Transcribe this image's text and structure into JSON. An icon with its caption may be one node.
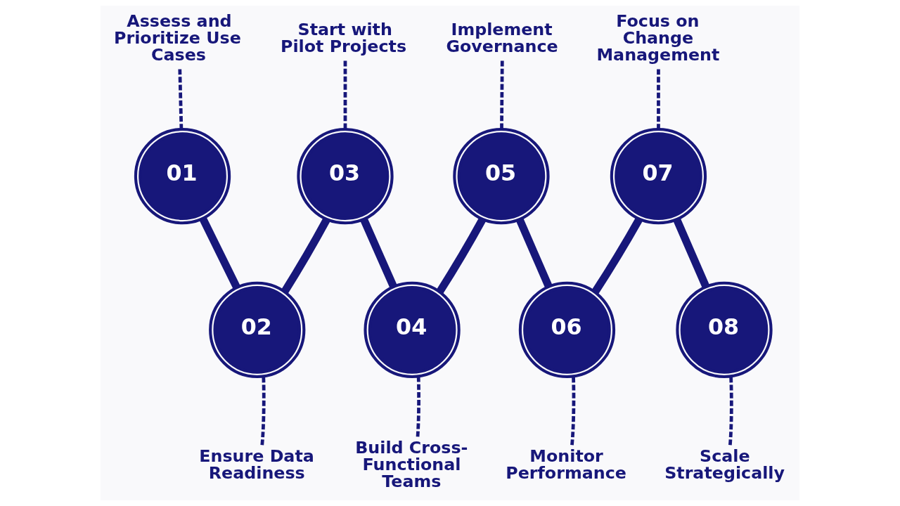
{
  "diagram": {
    "nodes": [
      {
        "text": [
          "01"
        ]
      },
      {
        "text": [
          "02"
        ]
      },
      {
        "text": [
          "03"
        ]
      },
      {
        "text": [
          "04"
        ]
      },
      {
        "text": [
          "05"
        ]
      },
      {
        "text": [
          "06"
        ]
      },
      {
        "text": [
          "07"
        ]
      },
      {
        "text": [
          "08"
        ]
      },
      {
        "text": [
          "Assess and Prioritize Use Cases"
        ]
      },
      {
        "text": [
          "Ensure Data Readiness"
        ]
      },
      {
        "text": [
          "Start with Pilot Projects"
        ]
      },
      {
        "text": [
          "Build Cross-Functional Teams"
        ]
      },
      {
        "text": [
          "Implement Governance"
        ]
      },
      {
        "text": [
          "Monitor Performance"
        ]
      },
      {
        "text": [
          "Focus on Change Management"
        ]
      },
      {
        "text": [
          "Scale Strategically"
        ]
      }
    ],
    "edges": [
      {
        "from": 0,
        "to": 1,
        "arrow": "none",
        "style": "thick"
      },
      {
        "from": 1,
        "to": 2,
        "arrow": "none",
        "style": "thick"
      },
      {
        "from": 2,
        "to": 3,
        "arrow": "none",
        "style": "thick"
      },
      {
        "from": 3,
        "to": 4,
        "arrow": "none",
        "style": "thick"
      },
      {
        "from": 4,
        "to": 5,
        "arrow": "none",
        "style": "thick"
      },
      {
        "from": 5,
        "to": 6,
        "arrow": "none",
        "style": "thick"
      },
      {
        "from": 6,
        "to": 7,
        "arrow": "none",
        "style": "thick"
      },
      {
        "from": 8,
        "to": 0,
        "arrow": "none",
        "style": "dashed"
      },
      {
        "from": 9,
        "to": 1,
        "arrow": "none",
        "style": "dashed"
      },
      {
        "from": 10,
        "to": 2,
        "arrow": "none",
        "style": "dashed"
      },
      {
        "from": 11,
        "to": 3,
        "arrow": "none",
        "style": "dashed"
      },
      {
        "from": 12,
        "to": 4,
        "arrow": "none",
        "style": "dashed"
      },
      {
        "from": 13,
        "to": 5,
        "arrow": "none",
        "style": "dashed"
      },
      {
        "from": 14,
        "to": 6,
        "arrow": "none",
        "style": "dashed"
      },
      {
        "from": 15,
        "to": 7,
        "arrow": "none",
        "style": "dashed"
      }
    ]
  }
}
